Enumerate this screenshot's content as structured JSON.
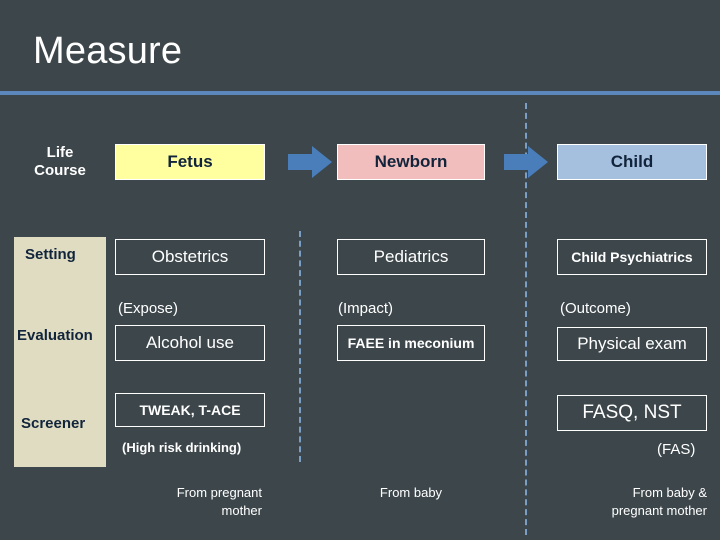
{
  "slide": {
    "title": "Measure",
    "accent_color": "#5b87bd",
    "background_color": "#3d474b",
    "band_color": "#dfdcc2"
  },
  "row_labels": {
    "life_course": "Life\nCourse",
    "life_course_line1": "Life",
    "life_course_line2": "Course",
    "setting": "Setting",
    "evaluation": "Evaluation",
    "screener": "Screener"
  },
  "columns": [
    {
      "key": "fetus",
      "stage": "Fetus",
      "stage_color": "#ffffa0",
      "setting": "Obstetrics",
      "evaluation_caption": "(Expose)",
      "evaluation": "Alcohol use",
      "screener": "TWEAK, T-ACE",
      "screener_caption": "(High risk drinking)",
      "source_note": "From  pregnant\nmother",
      "source_note_line1": "From  pregnant",
      "source_note_line2": "mother"
    },
    {
      "key": "newborn",
      "stage": "Newborn",
      "stage_color": "#f2bdbd",
      "setting": "Pediatrics",
      "evaluation_caption": "(Impact)",
      "evaluation": "FAEE in meconium",
      "screener": "",
      "screener_caption": "",
      "source_note": "From  baby",
      "source_note_line1": "From  baby",
      "source_note_line2": ""
    },
    {
      "key": "child",
      "stage": "Child",
      "stage_color": "#a5c0de",
      "setting": "Child Psychiatrics",
      "evaluation_caption": "(Outcome)",
      "evaluation": "Physical exam",
      "screener": "FASQ, NST",
      "screener_caption": "(FAS)",
      "source_note": "From  baby &\npregnant mother",
      "source_note_line1": "From  baby &",
      "source_note_line2": "pregnant mother"
    }
  ],
  "arrows": {
    "color": "#4a7ebb",
    "icon": "arrow-right-icon",
    "count": 2
  }
}
